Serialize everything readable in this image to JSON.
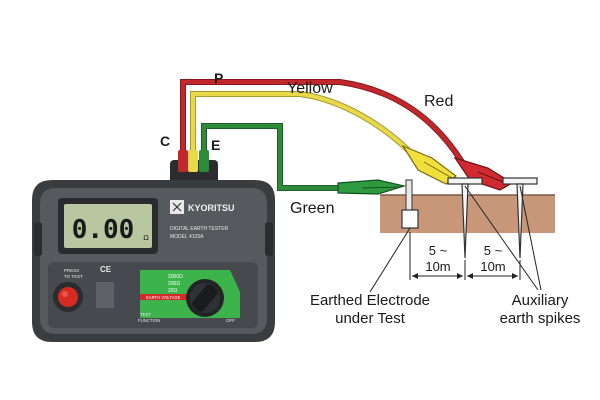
{
  "terminals": {
    "c": "C",
    "p": "P",
    "e": "E"
  },
  "wires": {
    "yellow": "Yellow",
    "red": "Red",
    "green": "Green"
  },
  "spacing": {
    "first": [
      "5 ~",
      "10m"
    ],
    "second": [
      "5 ~",
      "10m"
    ]
  },
  "callouts": {
    "electrode": [
      "Earthed Electrode",
      "under Test"
    ],
    "spikes": [
      "Auxiliary",
      "earth spikes"
    ]
  },
  "device": {
    "display": "0.00",
    "display_unit": "Ω",
    "brand": "KYORITSU",
    "model_line1": "DIGITAL EARTH TESTER",
    "model_line2": "MODEL 4105A",
    "press_label_1": "PRESS",
    "press_label_2": "TO TEST",
    "ranges": [
      "2000Ω",
      "200Ω",
      "20Ω"
    ],
    "earth_voltage_label": "EARTH VOLTAGE",
    "off_label": "OFF",
    "test_function_1": "TEST",
    "test_function_2": "FUNCTION",
    "ce_mark": "CE"
  },
  "colors": {
    "red_wire": "#c0282c",
    "yellow_wire": "#e8d84a",
    "green_wire": "#2e8b3a",
    "soil": "#c8977a",
    "body": "#3a3d40",
    "lcd": "#b9c7a0",
    "dial": "#3cb44b"
  }
}
